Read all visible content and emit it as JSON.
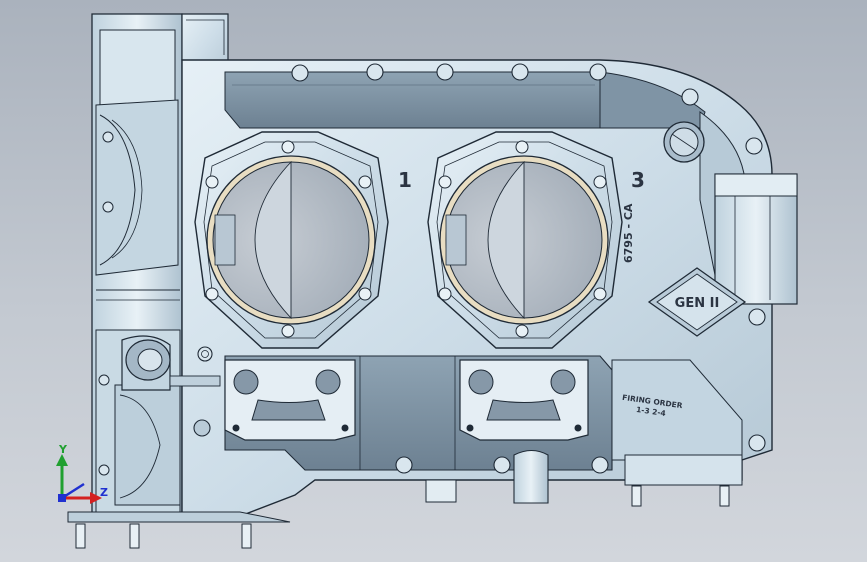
{
  "viewport": {
    "background_top": "#aab2bd",
    "background_bottom": "#d2d6dc",
    "part_color": "#cfe0ea",
    "part_shadow": "#9fb4c3",
    "edge_color": "#1f2a36"
  },
  "part": {
    "cylinder_left_label": "1",
    "cylinder_right_label": "3",
    "part_number": "6795 - CA",
    "badge_text": "GEN II",
    "firing_order_title": "FIRING ORDER",
    "firing_order_sequence": "1-3 2-4"
  },
  "triad": {
    "y_label": "Y",
    "z_label": "Z",
    "x_color": "#d42020",
    "y_color": "#20a030",
    "z_color": "#2030d0"
  }
}
